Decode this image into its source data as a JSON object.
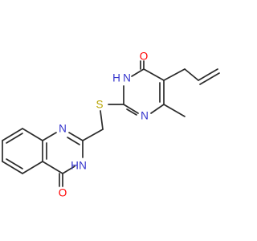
{
  "molecule": {
    "colors": {
      "bond": "#2b2b2b",
      "carbon": "#2b2b2b",
      "nitrogen": "#3333cc",
      "oxygen": "#ff0000",
      "sulfur": "#b8a400"
    },
    "atoms": {
      "O1": "O",
      "NH1": "H",
      "NH1_n": "N",
      "N1": "N",
      "S": "S",
      "N2": "N",
      "NH2": "H",
      "NH2_n": "N",
      "O2": "O"
    }
  }
}
